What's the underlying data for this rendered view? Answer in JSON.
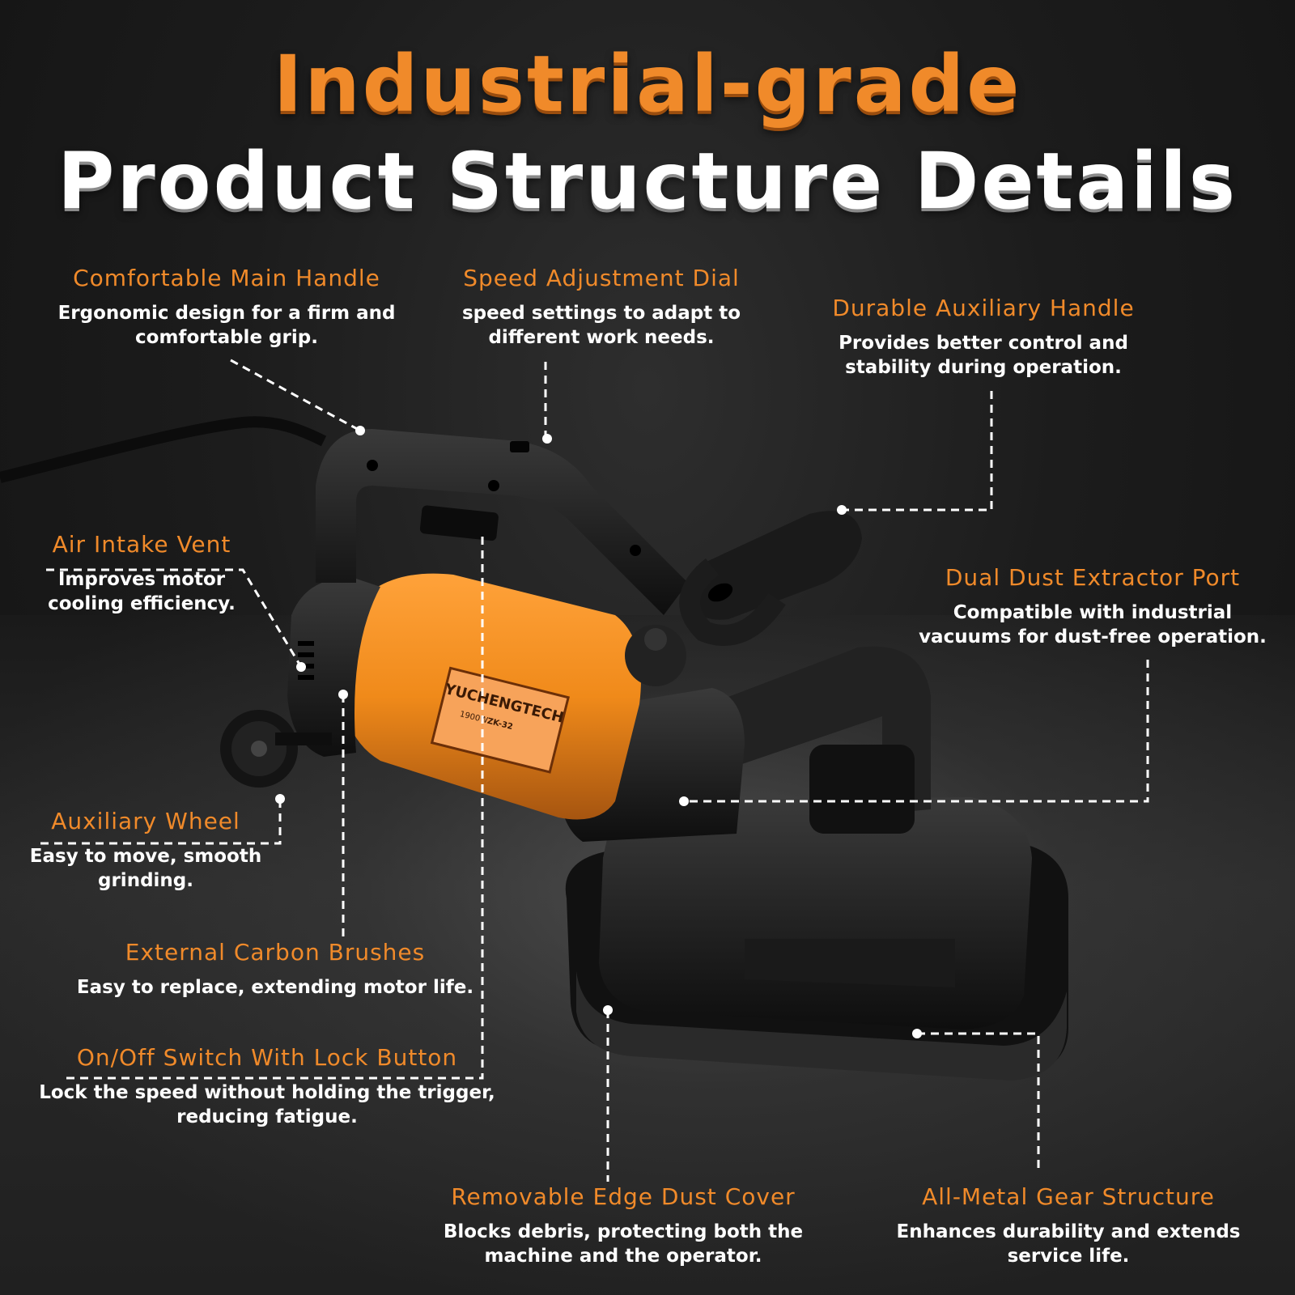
{
  "header": {
    "line1": "Industrial-grade",
    "line2": "Product Structure Details"
  },
  "brand": {
    "label": "YUCHENGTECH",
    "model": "ZK-32",
    "rating": "1900W"
  },
  "colors": {
    "accent": "#f08a2a",
    "text": "#ffffff",
    "background": "#1c1c1c"
  },
  "features": {
    "main_handle": {
      "title": "Comfortable Main Handle",
      "desc": "Ergonomic design for a firm and comfortable grip."
    },
    "speed_dial": {
      "title": "Speed Adjustment Dial",
      "desc": "speed settings to adapt to different work needs."
    },
    "aux_handle": {
      "title": "Durable Auxiliary Handle",
      "desc": "Provides better control and stability during operation."
    },
    "air_vent": {
      "title": "Air Intake Vent",
      "desc": "Improves motor cooling efficiency."
    },
    "dust_port": {
      "title": "Dual Dust Extractor Port",
      "desc": "Compatible with industrial vacuums for dust-free operation."
    },
    "aux_wheel": {
      "title": "Auxiliary Wheel",
      "desc": "Easy to move, smooth grinding."
    },
    "carbon_brushes": {
      "title": "External Carbon Brushes",
      "desc": "Easy to replace, extending motor life."
    },
    "switch_lock": {
      "title": "On/Off Switch With Lock Button",
      "desc": "Lock the speed without holding the trigger, reducing fatigue."
    },
    "dust_cover": {
      "title": "Removable Edge Dust Cover",
      "desc": "Blocks debris, protecting both the machine and the operator."
    },
    "gear_structure": {
      "title": "All-Metal Gear Structure",
      "desc": "Enhances durability and extends service life."
    }
  }
}
